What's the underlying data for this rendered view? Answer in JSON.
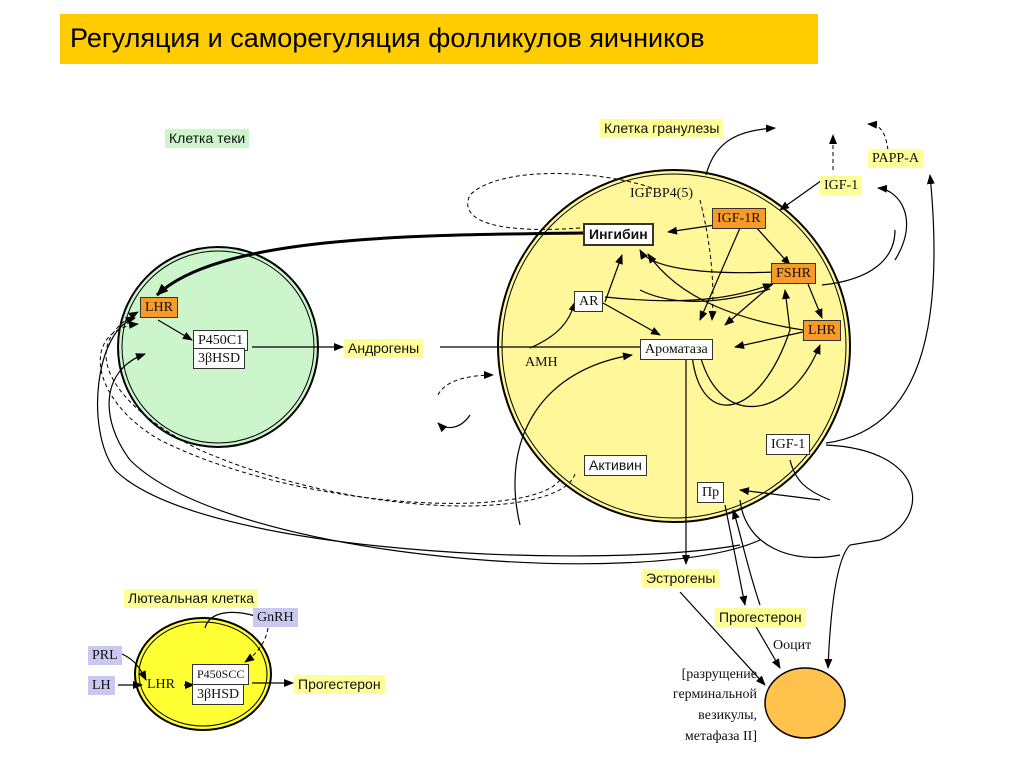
{
  "title": "Регуляция и саморегуляция фолликулов яичников",
  "labels": {
    "theca_cell": "Клетка теки",
    "granulosa_cell": "Клетка гранулезы",
    "luteal_cell": "Лютеальная клетка",
    "lhr_theca": "LHR",
    "p450c1": "P450C1",
    "hsd_theca": "3βHSD",
    "androgens": "Андрогены",
    "igfbp4": "IGFBP4(5)",
    "igf1r": "IGF-1R",
    "inhibin": "Ингибин",
    "fshr": "FSHR",
    "ar": "AR",
    "lhr_granulosa": "LHR",
    "aromatase": "Ароматаза",
    "amh": "АМН",
    "igf1_inside": "IGF-1",
    "activin": "Активин",
    "pr": "Пр",
    "igf1_outside": "IGF-1",
    "papp_a": "PAPP-A",
    "estrogens": "Эстрогены",
    "progesterone_granulosa": "Прогестерон",
    "oocyte": "Ооцит",
    "gvbd_line1": "[разрущение",
    "gvbd_line2": "герминальной",
    "gvbd_line3": "везикулы,",
    "gvbd_line4": "метафаза II]",
    "gnrh": "GnRH",
    "prl": "PRL",
    "lh": "LH",
    "lhr_luteal": "LHR",
    "p450scc": "P450SCC",
    "hsd_luteal": "3βHSD",
    "progesterone_luteal": "Прогестерон"
  },
  "colors": {
    "title_bg": "#ffcc00",
    "theca_fill": "#ccf5cc",
    "granulosa_fill": "#fff799",
    "luteal_fill": "#ffff33",
    "oocyte_fill": "#ffc34d",
    "receptor_fill": "#f79a2a"
  }
}
